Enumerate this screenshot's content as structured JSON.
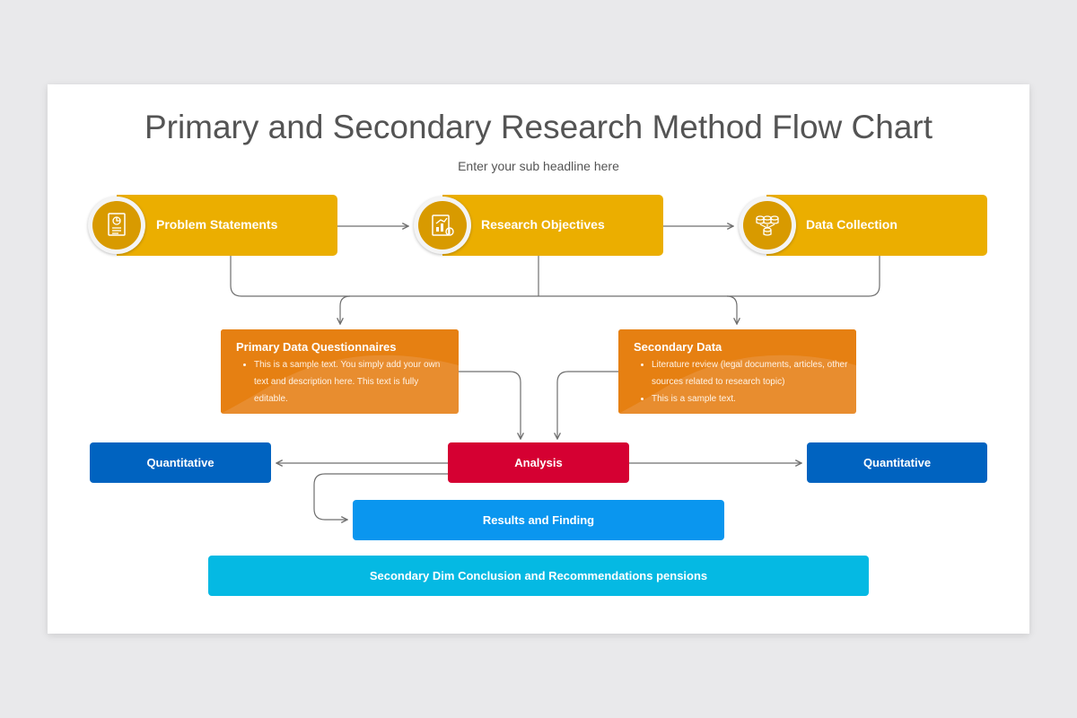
{
  "slide": {
    "title": "Primary and Secondary Research Method Flow Chart",
    "subtitle": "Enter your sub headline here"
  },
  "steps": [
    {
      "label": "Problem Statements",
      "icon": "report-document-icon"
    },
    {
      "label": "Research Objectives",
      "icon": "growth-chart-icon"
    },
    {
      "label": "Data Collection",
      "icon": "database-network-icon"
    }
  ],
  "primary": {
    "title": "Primary Data Questionnaires",
    "bullets": [
      "This is a sample text. You simply add your own text and description here. This text is fully editable."
    ]
  },
  "secondary": {
    "title": "Secondary Data",
    "bullets": [
      "Literature review (legal documents, articles, other sources related to research topic)",
      "This is a sample text."
    ]
  },
  "analysis": {
    "label": "Analysis"
  },
  "quant_left": {
    "label": "Quantitative"
  },
  "quant_right": {
    "label": "Quantitative"
  },
  "results": {
    "label": "Results and Finding"
  },
  "conclusion": {
    "label": "Secondary Dim Conclusion and Recommendations  pensions"
  },
  "colors": {
    "yellow": "#ebae00",
    "orange": "#e88d2f",
    "red": "#d50032",
    "blue": "#0063c0",
    "light_blue": "#0a96ef",
    "cyan": "#05b9e3",
    "connector": "#6f6f6f"
  }
}
